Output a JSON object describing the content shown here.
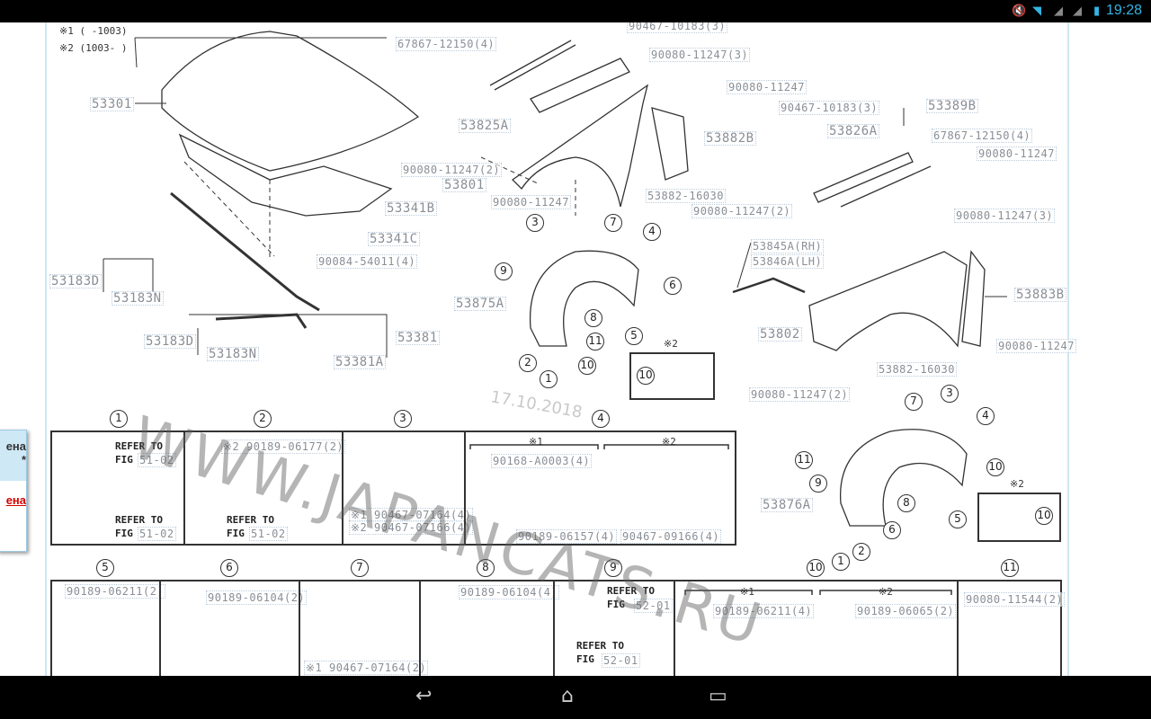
{
  "status_bar": {
    "time": "19:28",
    "icons": [
      "mute-icon",
      "wifi-icon",
      "signal-icon",
      "signal-icon",
      "battery-icon"
    ]
  },
  "side_popup": {
    "price_header": "ена",
    "asterisk": "*",
    "price_link": "ена"
  },
  "notes": [
    "※1 (    -1003)",
    "※2 (1003-    )"
  ],
  "watermark": "WWW.JAPANCATS.RU",
  "date_stamp": "17.10.2018",
  "labels": [
    "67867-12150(4)",
    "90467-10183(3)",
    "90080-11247(3)",
    "90080-11247",
    "90467-10183(3)",
    "53389B",
    "53301",
    "53825A",
    "53826A",
    "67867-12150(4)",
    "53882B",
    "90080-11247",
    "90080-11247(2)",
    "53801",
    "90080-11247",
    "53882-16030",
    "90080-11247(2)",
    "53341B",
    "90080-11247(3)",
    "53341C",
    "53845A(RH)",
    "53846A(LH)",
    "90084-54011(4)",
    "53183D",
    "53183N",
    "53875A",
    "53883B",
    "53802",
    "53381",
    "53183D",
    "53183N",
    "53381A",
    "90080-11247",
    "53882-16030",
    "90080-11247(2)",
    "53876A"
  ],
  "callouts": [
    "1",
    "2",
    "3",
    "4",
    "5",
    "6",
    "7",
    "8",
    "9",
    "10",
    "11"
  ],
  "detail_boxes": {
    "b1": {
      "ref1": "REFER TO\nFIG",
      "fig1": "51-02",
      "ref2": "REFER TO\nFIG",
      "fig2": "51-02"
    },
    "b2": {
      "part": "※2 90189-06177(2)",
      "ref": "REFER TO\nFIG",
      "fig": "51-02"
    },
    "b3": {
      "p1": "※1 90467-07164(4)",
      "p2": "※2 90467-07166(4)"
    },
    "b4": {
      "m1": "※1",
      "m2": "※2",
      "p1": "90168-A0003(4)",
      "p2": "90189-06157(4)",
      "p3": "90467-09166(4)"
    },
    "b5": {
      "p1": "90189-06211(2)"
    },
    "b6": {
      "p1": "90189-06104(2)"
    },
    "b7": {
      "p1": "※1 90467-07164(2)"
    },
    "b8": {
      "p1": "90189-06104(4)"
    },
    "b9": {
      "ref1": "REFER TO\nFIG",
      "fig1": "52-01",
      "ref2": "REFER TO\nFIG",
      "fig2": "52-01"
    },
    "b10": {
      "m1": "※1",
      "m2": "※2",
      "p1": "90189-06211(4)",
      "p2": "90189-06065(2)"
    },
    "b11": {
      "p1": "90080-11544(2)"
    },
    "small_a": {
      "mark": "※2",
      "num": "10"
    },
    "small_b": {
      "mark": "※2",
      "num": "10"
    }
  },
  "nav": {
    "back": "back-icon",
    "home": "home-icon",
    "recents": "recents-icon"
  }
}
